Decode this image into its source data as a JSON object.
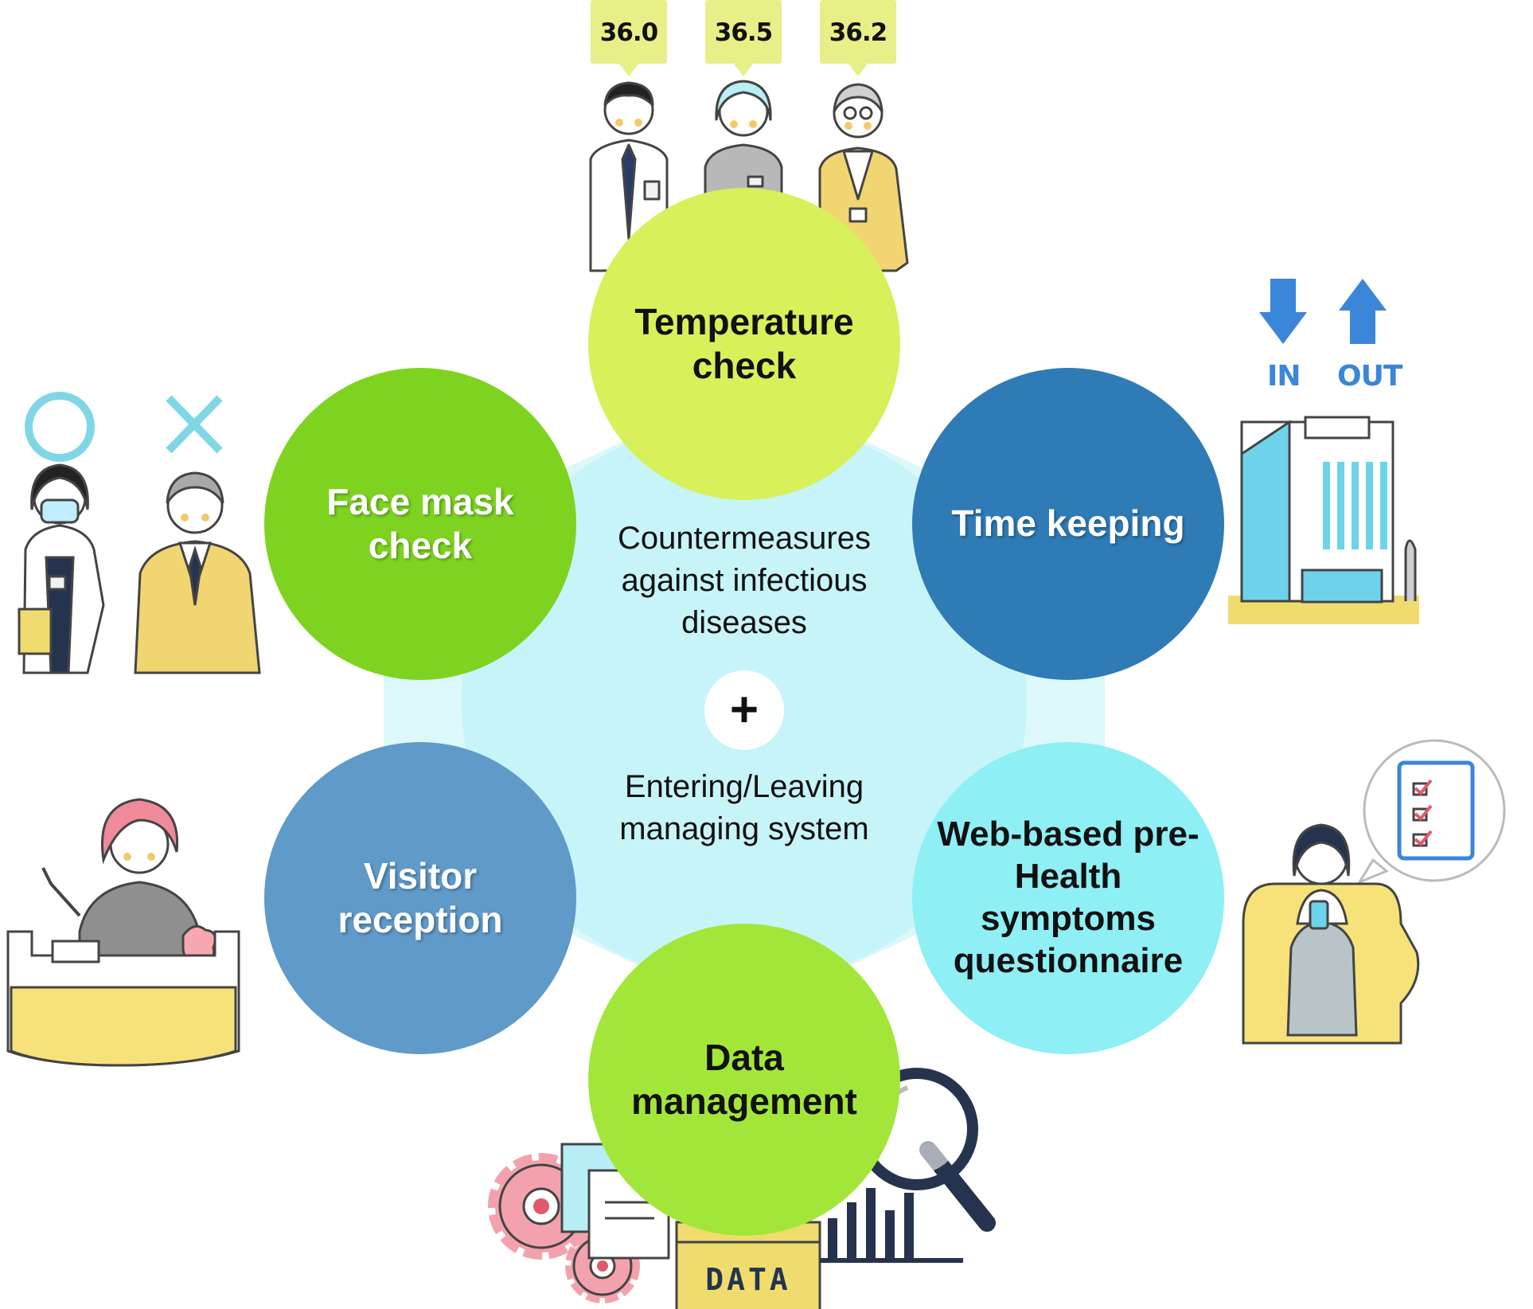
{
  "colors": {
    "hub": "#cdf6f8",
    "hub_inner": "#c3f3f7",
    "temperature": "#d8f05a",
    "time_keeping": "#2f7bb5",
    "health_questionnaire": "#8eeff5",
    "data_management": "#a3e63a",
    "visitor_reception": "#5f9ac9",
    "face_mask": "#7ed321",
    "accent_blue": "#3a86d8",
    "accent_yellow": "#f0dc6e"
  },
  "temperatures": [
    "36.0",
    "36.5",
    "36.2"
  ],
  "center": {
    "line1": "Countermeasures against infectious diseases",
    "plus": "+",
    "line2": "Entering/Leaving managing system"
  },
  "nodes": {
    "temperature": "Temperature check",
    "time_keeping": "Time keeping",
    "health_questionnaire": "Web-based pre-Health symptoms questionnaire",
    "data_management": "Data management",
    "visitor_reception": "Visitor reception",
    "face_mask": "Face mask check"
  },
  "time_keeping_icons": {
    "in": "IN",
    "out": "OUT"
  },
  "data_folder_label": "DATA",
  "icons": [
    "circle-ok-icon",
    "cross-ng-icon",
    "arrow-in-icon",
    "arrow-out-icon",
    "building-icon",
    "gear-icon",
    "magnifier-icon",
    "folder-icon",
    "checklist-icon",
    "bar-chart-icon"
  ]
}
